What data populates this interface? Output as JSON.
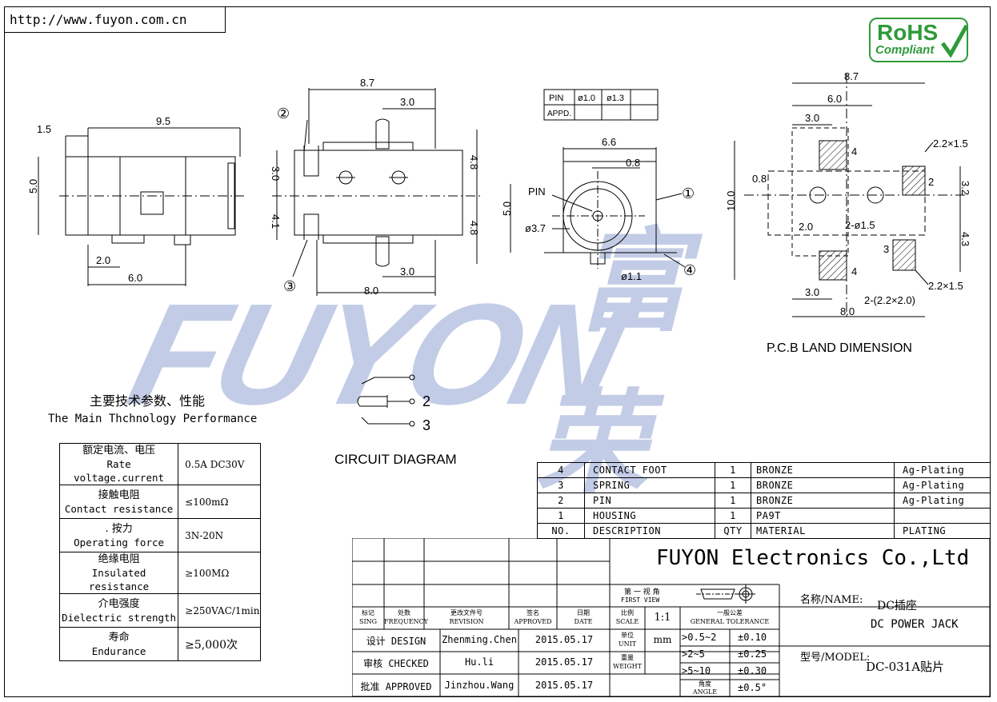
{
  "url": "http://www.fuyon.com.cn",
  "rohs": {
    "line1": "RoHS",
    "line2": "Compliant"
  },
  "watermark": {
    "latin": "FUYON",
    "cjk": "富荣"
  },
  "side_view": {
    "dims": {
      "top": "9.5",
      "left": "1.5",
      "height": "5.0",
      "small": "2.0",
      "bottom": "6.0"
    }
  },
  "top_view": {
    "dims": {
      "top": "8.7",
      "upper": "3.0",
      "bottom": "8.0",
      "lower": "3.0",
      "left_upper": "3.0",
      "left_lower": "4.1",
      "right_upper": "4.8",
      "right_lower": "4.8"
    },
    "callouts": {
      "spring": "②",
      "pin": "③"
    }
  },
  "pin_table": {
    "rows": [
      [
        "PIN",
        "ø1.0",
        "ø1.3",
        ""
      ],
      [
        "APPD.",
        "",
        "",
        ""
      ]
    ]
  },
  "front_view": {
    "dims": {
      "width": "6.6",
      "offset": "0.8",
      "height": "5.0",
      "pin_label": "PIN",
      "hole": "ø3.7",
      "pin_dia": "ø1.1"
    },
    "callouts": {
      "housing": "①",
      "foot": "④"
    }
  },
  "pcb": {
    "dims": {
      "w87": "8.7",
      "w60": "6.0",
      "w30": "3.0",
      "h100": "10.0",
      "d08": "0.8",
      "d20": "2.0",
      "hole": "2-ø1.5",
      "r32": "3.2",
      "r43": "4.3",
      "pad_top": "2.2×1.5",
      "pad_bot": "2.2×1.5",
      "pads_foot": "2-(2.2×2.0)",
      "b30": "3.0",
      "b80": "8.0"
    },
    "pads": {
      "p4a": "4",
      "p2": "2",
      "p3": "3",
      "p4b": "4"
    },
    "title": "P.C.B LAND DIMENSION"
  },
  "circuit": {
    "title": "CIRCUIT DIAGRAM",
    "pins": [
      "2",
      "3"
    ]
  },
  "performance": {
    "title_cn": "主要技术参数、性能",
    "title_en": "The Main Thchnology Performance",
    "rows": [
      {
        "cn": "额定电流、电压",
        "en": "Rate voltage.current",
        "value": "0.5A DC30V"
      },
      {
        "cn": "接触电阻",
        "en": "Contact resistance",
        "value": "≤100mΩ"
      },
      {
        "cn": ". 按力",
        "en": "Operating force",
        "value": "3N-20N"
      },
      {
        "cn": "绝缘电阻",
        "en": "Insulated resistance",
        "value": "≥100MΩ"
      },
      {
        "cn": "介电强度",
        "en": "Dielectric strength",
        "value": "≥250VAC/1min"
      },
      {
        "cn": "寿命",
        "en": "Endurance",
        "value": "≥5,000次"
      }
    ]
  },
  "bom": {
    "rows": [
      {
        "no": "4",
        "desc": "CONTACT FOOT",
        "qty": "1",
        "material": "BRONZE",
        "plating": "Ag-Plating"
      },
      {
        "no": "3",
        "desc": "SPRING",
        "qty": "1",
        "material": "BRONZE",
        "plating": "Ag-Plating"
      },
      {
        "no": "2",
        "desc": "PIN",
        "qty": "1",
        "material": "BRONZE",
        "plating": "Ag-Plating"
      },
      {
        "no": "1",
        "desc": "HOUSING",
        "qty": "1",
        "material": "PA9T",
        "plating": ""
      }
    ],
    "header": {
      "no": "NO.",
      "desc": "DESCRIPTION",
      "qty": "QTY",
      "material": "MATERIAL",
      "plating": "PLATING"
    }
  },
  "title_block": {
    "company": "FUYON Electronics Co.,Ltd",
    "first_view_cn": "第 一 视 角",
    "first_view_en": "FIRST VIEW",
    "headers": [
      {
        "cn": "标记",
        "en": "SING"
      },
      {
        "cn": "处数",
        "en": "FREQUENCY"
      },
      {
        "cn": "更改文件号",
        "en": "REVISION"
      },
      {
        "cn": "签名",
        "en": "APPROVED"
      },
      {
        "cn": "日期",
        "en": "DATE"
      }
    ],
    "scale_cn": "比例",
    "scale_en": "SCALE",
    "scale": "1:1",
    "unit_cn": "单位",
    "unit_en": "UNIT",
    "unit": "mm",
    "weight_cn": "重量",
    "weight_en": "WEIGHT",
    "tol_cn": "一般公差",
    "tol_en": "GENERAL TOLERANCE",
    "tolerances": [
      {
        "range": ">0.5~2",
        "value": "±0.10"
      },
      {
        "range": ">2~5",
        "value": "±0.25"
      },
      {
        "range": ">5~10",
        "value": "±0.30"
      }
    ],
    "angle_cn": "角度",
    "angle_en": "ANGLE",
    "angle_value": "±0.5°",
    "people": [
      {
        "role": "设计 DESIGN",
        "name": "Zhenming.Chen",
        "date": "2015.05.17"
      },
      {
        "role": "审核 CHECKED",
        "name": "Hu.li",
        "date": "2015.05.17"
      },
      {
        "role": "批准 APPROVED",
        "name": "Jinzhou.Wang",
        "date": "2015.05.17"
      }
    ],
    "name_label": "名称/NAME:",
    "name_cn": "DC插座",
    "name_en": "DC POWER JACK",
    "model_label": "型号/MODEL:",
    "model": "DC-031A贴片"
  }
}
